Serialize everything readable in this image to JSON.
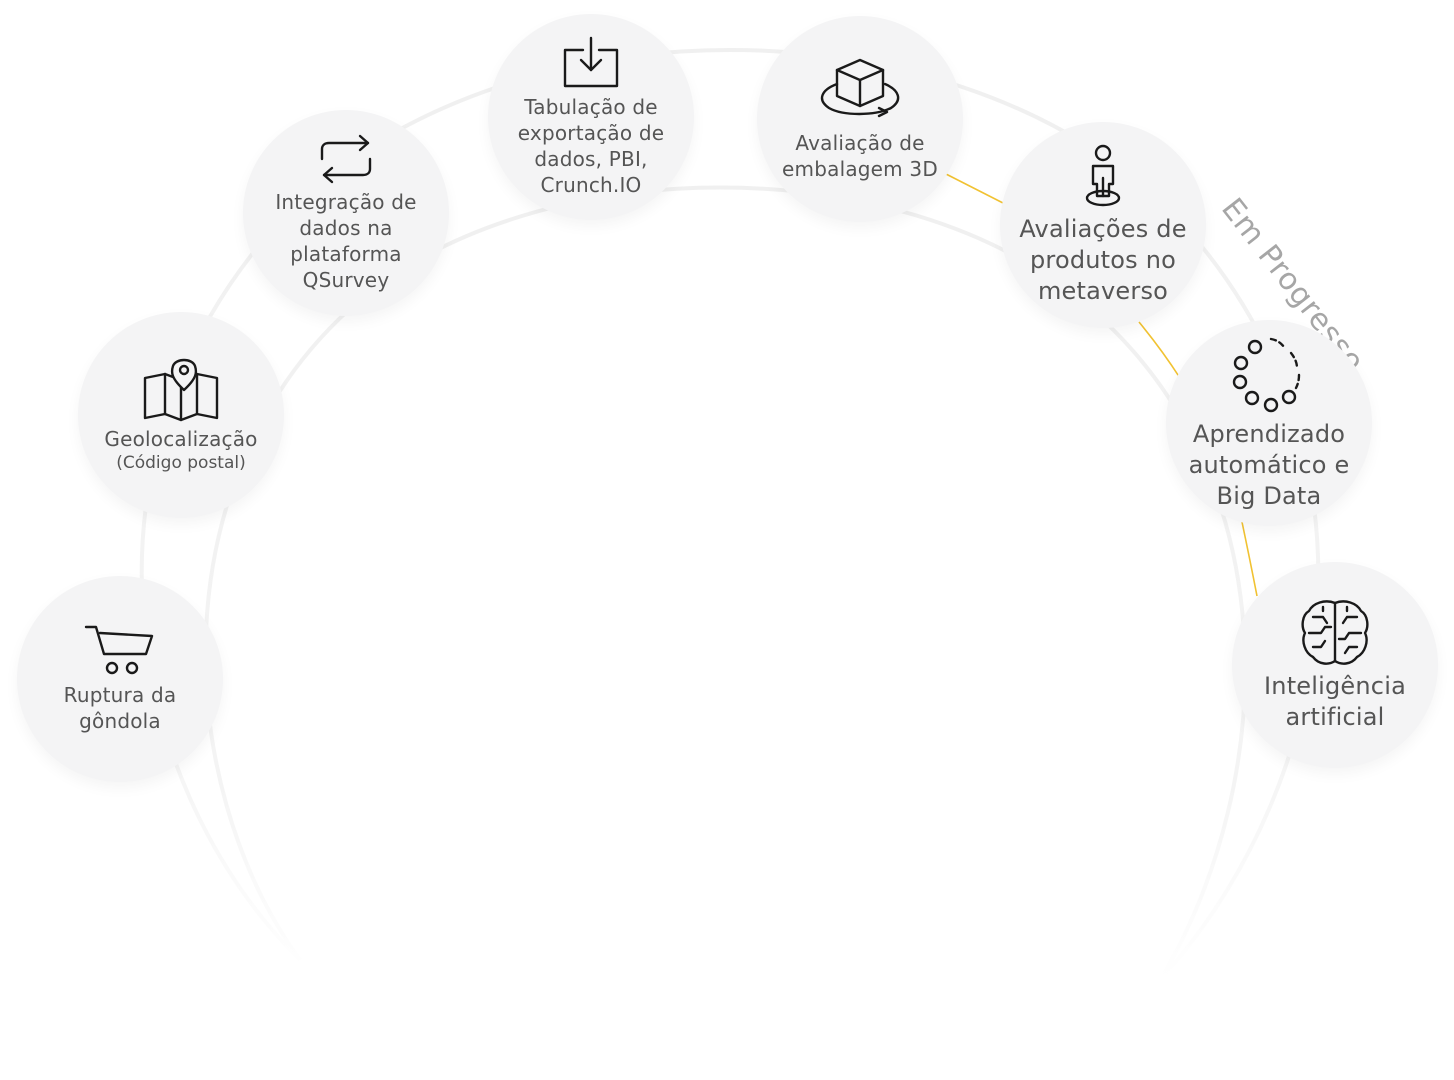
{
  "progress_label": "Em Progresso",
  "colors": {
    "node_fill": "#f4f4f5",
    "text": "#555555",
    "icon": "#1a1a1a",
    "in_progress_link": "#f1c232",
    "track": "#f2f2f2"
  },
  "nodes": [
    {
      "id": "ruptura",
      "icon": "shopping-cart-icon",
      "label": "Ruptura da gôndola",
      "status": "done"
    },
    {
      "id": "geolocalizacao",
      "icon": "map-pin-icon",
      "label": "Geolocalização",
      "sublabel": "(Código postal)",
      "status": "done"
    },
    {
      "id": "integracao",
      "icon": "sync-arrows-icon",
      "label": "Integração de dados na plataforma QSurvey",
      "status": "done"
    },
    {
      "id": "tabulacao",
      "icon": "download-tray-icon",
      "label": "Tabulação de exportação de dados, PBI, Crunch.IO",
      "status": "done"
    },
    {
      "id": "embalagem",
      "icon": "cube-rotate-icon",
      "label": "Avaliação de embalagem 3D",
      "status": "done"
    },
    {
      "id": "metaverso",
      "icon": "person-platform-icon",
      "label": "Avaliações de produtos no metaverso",
      "status": "in_progress"
    },
    {
      "id": "aprendizado",
      "icon": "dotted-circle-icon",
      "label": "Aprendizado automático e Big Data",
      "status": "in_progress"
    },
    {
      "id": "ia",
      "icon": "brain-circuit-icon",
      "label": "Inteligência artificial",
      "status": "in_progress"
    }
  ]
}
